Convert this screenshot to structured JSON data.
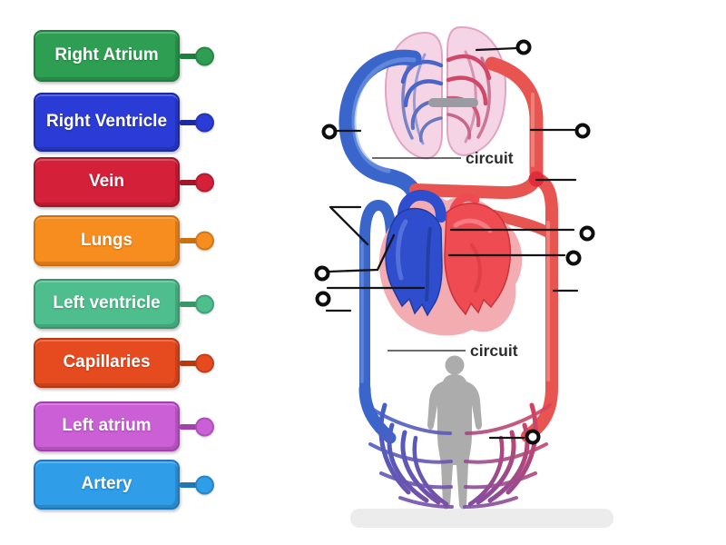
{
  "word_bank": {
    "labels": [
      {
        "text": "Right Atrium",
        "fill": "#2E9E52",
        "edge": "#1C7F3C"
      },
      {
        "text": "Right Ventricle",
        "fill": "#2B3BD5",
        "edge": "#1D2AA6"
      },
      {
        "text": "Vein",
        "fill": "#D42039",
        "edge": "#A51529"
      },
      {
        "text": "Lungs",
        "fill": "#F78C1F",
        "edge": "#CE6F0E"
      },
      {
        "text": "Left ventricle",
        "fill": "#4FBE8F",
        "edge": "#36986A"
      },
      {
        "text": "Capillaries",
        "fill": "#E64B20",
        "edge": "#B83910"
      },
      {
        "text": "Left atrium",
        "fill": "#CB5FD6",
        "edge": "#A43FB1"
      },
      {
        "text": "Artery",
        "fill": "#2F9DE8",
        "edge": "#2176B8"
      }
    ]
  },
  "diagram": {
    "circuit_top": "circuit",
    "circuit_bottom": "circuit",
    "answer_spot_count": 8,
    "colors": {
      "vein_blue": "#3A66CC",
      "artery_red": "#E85550",
      "capillary_purple": "#7C4EA6",
      "lung_pink": "#F5D5E5",
      "heart_blue": "#2E4ECE",
      "heart_red": "#EE4B53",
      "body_gray": "#ACACAC",
      "leader_line": "#141414"
    }
  }
}
